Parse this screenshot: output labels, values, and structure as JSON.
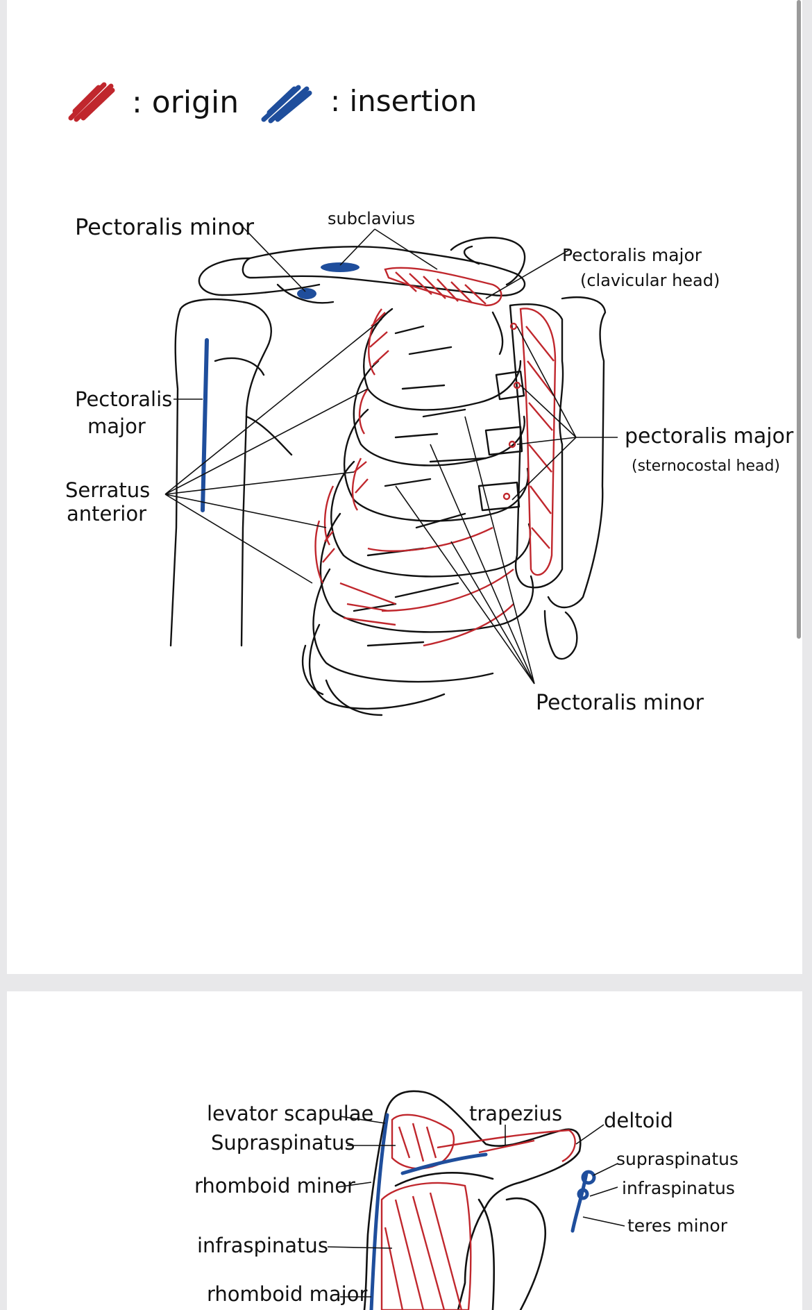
{
  "legend": {
    "origin_label": ": origin",
    "insertion_label": ": insertion",
    "origin_color": "#c0272d",
    "insertion_color": "#1f4e9c"
  },
  "diagram1": {
    "pectoralis_minor_top": "Pectoralis minor",
    "subclavius": "subclavius",
    "pec_major_clav_1": "Pectoralis major",
    "pec_major_clav_2": "(clavicular head)",
    "pec_major_left_1": "Pectoralis",
    "pec_major_left_2": "major",
    "serratus_1": "Serratus",
    "serratus_2": "anterior",
    "pec_major_sterno_1": "pectoralis major",
    "pec_major_sterno_2": "(sternocostal head)",
    "pectoralis_minor_bottom": "Pectoralis minor"
  },
  "diagram2": {
    "levator_scapulae": "levator scapulae",
    "supraspinatus_left": "Supraspinatus",
    "rhomboid_minor": "rhomboid minor",
    "infraspinatus_left": "infraspinatus",
    "rhomboid_major": "rhomboid major",
    "trapezius": "trapezius",
    "deltoid": "deltoid",
    "supraspinatus_right": "supraspinatus",
    "infraspinatus_right": "infraspinatus",
    "teres_minor": "teres minor"
  }
}
